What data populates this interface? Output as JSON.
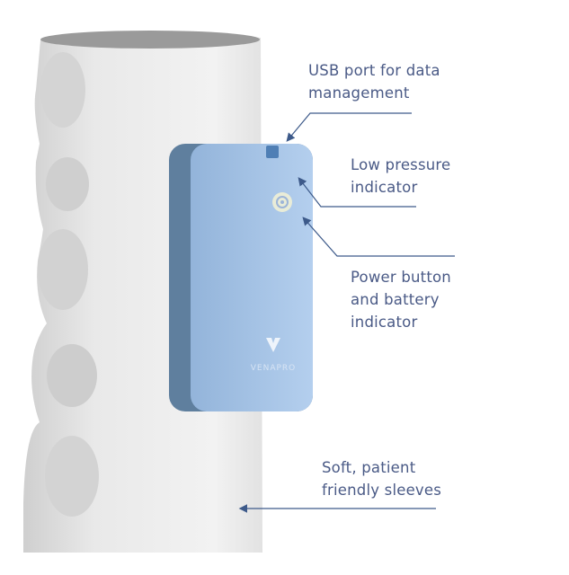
{
  "product": {
    "logo_text": "VENAPRO",
    "colors": {
      "device": "#a9c6e8",
      "device_side": "#5f7f9e",
      "sleeve": "#e6e6e6",
      "callout": "#3d5a8a"
    }
  },
  "callouts": [
    {
      "lines": [
        "USB port for data",
        "management"
      ],
      "icon": "arrow-icon"
    },
    {
      "lines": [
        "Low pressure",
        "indicator"
      ],
      "icon": "arrow-icon"
    },
    {
      "lines": [
        "Power button",
        "and battery",
        "indicator"
      ],
      "icon": "arrow-icon"
    },
    {
      "lines": [
        "Soft, patient",
        "friendly sleeves"
      ],
      "icon": "arrow-icon"
    }
  ]
}
